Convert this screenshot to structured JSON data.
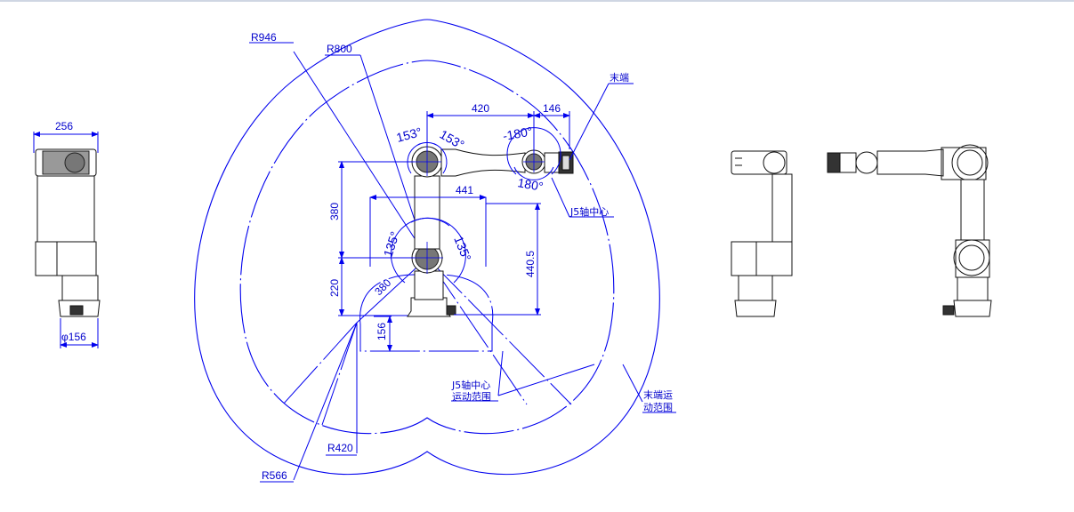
{
  "drawing": {
    "colors": {
      "dimension": "#0000ee",
      "outline": "#111111",
      "joint": "#555555"
    },
    "front_view": {
      "width_label": "256",
      "diameter_label": "φ156"
    },
    "top_view": {
      "radius_labels": {
        "r946": "R946",
        "r800": "R800",
        "r420": "R420",
        "r566": "R566"
      },
      "angle_labels": {
        "a153_left": "153°",
        "a153_right": "153°",
        "a180_top": "-180°",
        "a180_bottom": "180°",
        "a135_left": "135°",
        "a135_right": "135°"
      },
      "length_labels": {
        "l420": "420",
        "l146": "146",
        "l441": "441",
        "l380_vertical": "380",
        "l220": "220",
        "l380_diag": "380",
        "l156": "156",
        "l440_5": "440.5"
      },
      "notes": {
        "end_effector": "末端",
        "j5_center": "J5轴中心",
        "j5_range_line1": "J5轴中心",
        "j5_range_line2": "运动范围",
        "end_range_line1": "末端运",
        "end_range_line2": "动范围"
      }
    }
  }
}
